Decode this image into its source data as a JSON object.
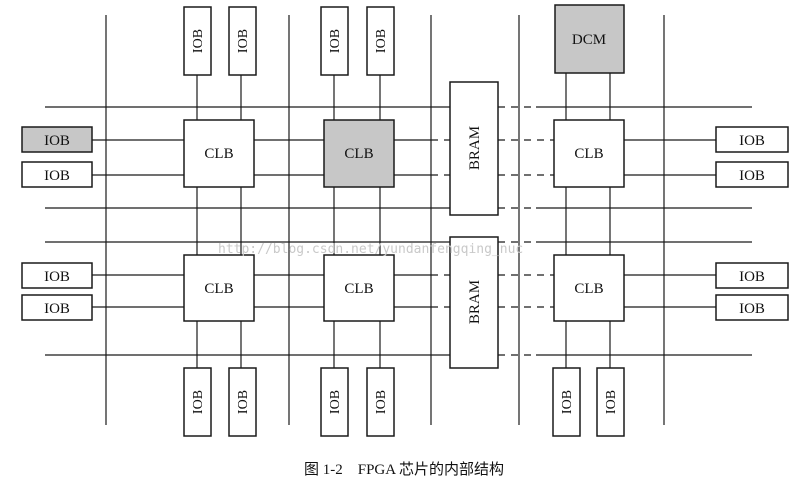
{
  "labels": {
    "iob": "IOB",
    "clb": "CLB",
    "bram": "BRAM",
    "dcm": "DCM"
  },
  "blocks": {
    "dcm": {
      "highlighted": true
    },
    "clb_top_middle": {
      "highlighted": true
    },
    "iob_left_top": {
      "highlighted": true
    }
  },
  "colors": {
    "highlight_fill": "#c7c7c7",
    "line": "#1a1a1a"
  },
  "watermark": "http://blog.csdn.net/yundanfengqing_nuc",
  "caption": "图 1-2    FPGA 芯片的内部结构"
}
